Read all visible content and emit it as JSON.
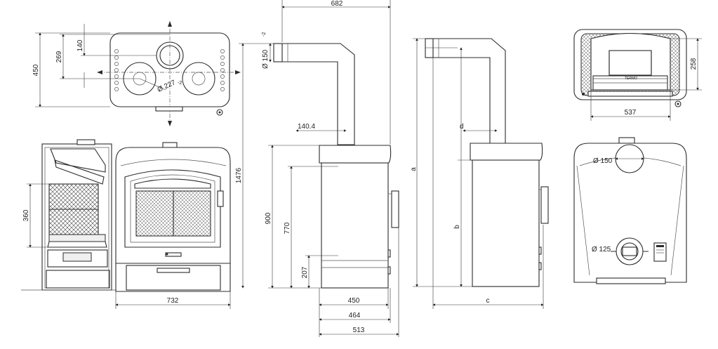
{
  "dimensions": {
    "top_view_depth": "450",
    "top_view_269": "269",
    "top_view_140": "140",
    "hob_diameter": "Ø 227",
    "hob_diameter_sup": "-2",
    "door_height_360": "360",
    "front_width": "732",
    "overall_height": "1476",
    "flue_offset": "682",
    "flue_diameter": "Ø 150",
    "flue_diameter_sup": "-2",
    "flue_140_4": "140.4",
    "side_height_900": "900",
    "side_height_770": "770",
    "side_height_207": "207",
    "side_depth_450": "450",
    "side_depth_464": "464",
    "side_depth_513": "513",
    "var_a": "a",
    "var_b": "b",
    "var_c": "c",
    "var_d": "d",
    "rear_top_258": "258",
    "rear_top_537": "537",
    "rear_outlet_150": "Ø 150",
    "rear_inlet_125": "Ø 125"
  },
  "labels": {
    "brand_plate": "TERMO"
  }
}
